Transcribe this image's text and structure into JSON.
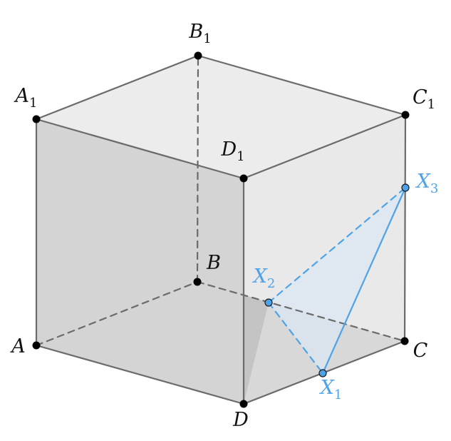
{
  "diagram": {
    "colors": {
      "edge": "#6b6b6b",
      "vertex": "#000000",
      "accent": "#4ea3e8",
      "face_left": "#d4d4d4",
      "face_top": "#ececec",
      "face_right": "#e9e9e9",
      "face_bottom": "#c4c4c4",
      "face_front_lower": "#dadada",
      "section_fill": "#dbe7f2"
    },
    "vertices": [
      {
        "id": "A",
        "base": "A",
        "sub": ""
      },
      {
        "id": "B",
        "base": "B",
        "sub": ""
      },
      {
        "id": "C",
        "base": "C",
        "sub": ""
      },
      {
        "id": "D",
        "base": "D",
        "sub": ""
      },
      {
        "id": "A1",
        "base": "A",
        "sub": "1"
      },
      {
        "id": "B1",
        "base": "B",
        "sub": "1"
      },
      {
        "id": "C1",
        "base": "C",
        "sub": "1"
      },
      {
        "id": "D1",
        "base": "D",
        "sub": "1"
      }
    ],
    "section_points": [
      {
        "id": "X1",
        "base": "X",
        "sub": "1",
        "on_edge": "CD"
      },
      {
        "id": "X2",
        "base": "X",
        "sub": "2",
        "on_edge": "BC"
      },
      {
        "id": "X3",
        "base": "X",
        "sub": "3",
        "on_edge": "CC1"
      }
    ],
    "edges": [
      {
        "from": "A",
        "to": "D",
        "hidden": false
      },
      {
        "from": "D",
        "to": "C",
        "hidden": false
      },
      {
        "from": "A",
        "to": "B",
        "hidden": true
      },
      {
        "from": "B",
        "to": "C",
        "hidden": true
      },
      {
        "from": "B",
        "to": "B1",
        "hidden": true
      },
      {
        "from": "A",
        "to": "A1",
        "hidden": false
      },
      {
        "from": "C",
        "to": "C1",
        "hidden": false
      },
      {
        "from": "D",
        "to": "D1",
        "hidden": false
      },
      {
        "from": "A1",
        "to": "B1",
        "hidden": false
      },
      {
        "from": "B1",
        "to": "C1",
        "hidden": false
      },
      {
        "from": "C1",
        "to": "D1",
        "hidden": false
      },
      {
        "from": "D1",
        "to": "A1",
        "hidden": false
      }
    ],
    "section_edges": [
      {
        "from": "X1",
        "to": "X3",
        "hidden": false
      },
      {
        "from": "X2",
        "to": "X3",
        "hidden": true
      },
      {
        "from": "X2",
        "to": "X1",
        "hidden": true
      }
    ]
  }
}
